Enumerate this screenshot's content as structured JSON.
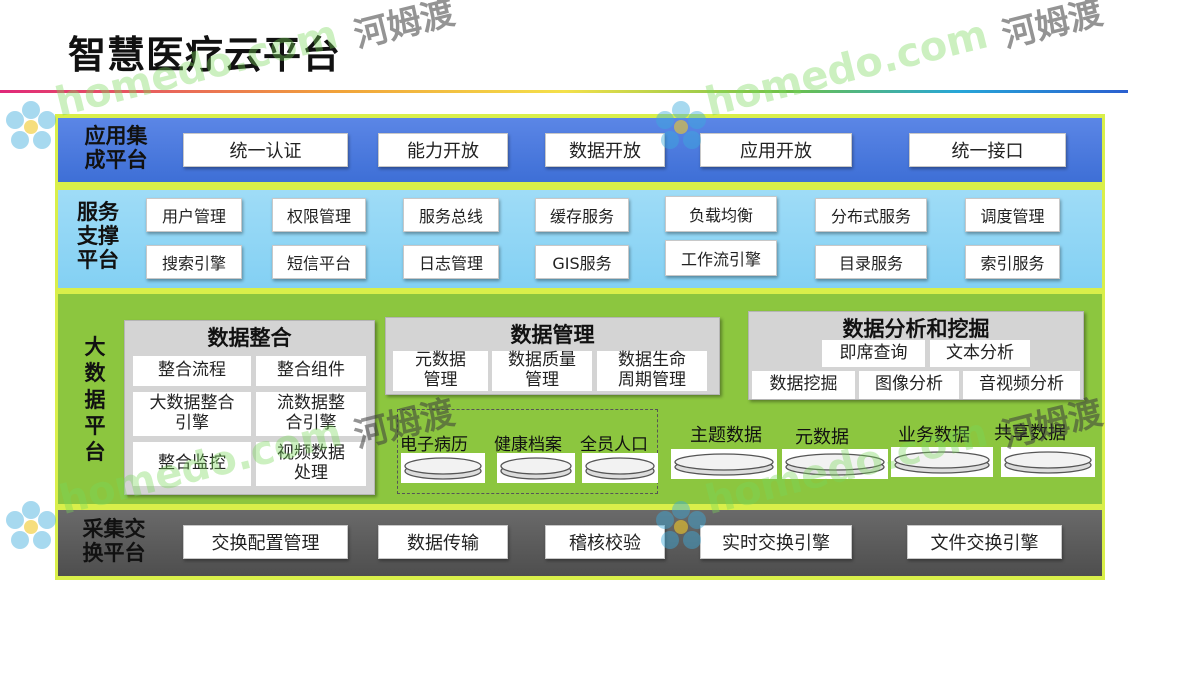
{
  "title": "智慧医疗云平台",
  "watermark": {
    "brand": "homedo.com",
    "cn": "河姆渡"
  },
  "colors": {
    "frame": "#d9ef4a",
    "app_band": "#4a78df",
    "service_band": "#8fd4f4",
    "bigdata_band": "#8cc63f",
    "collect_band": "#5a5a5a"
  },
  "app_layer": {
    "label": "应用集成平台",
    "label_lines": [
      "应用集",
      "成平台"
    ],
    "items": [
      "统一认证",
      "能力开放",
      "数据开放",
      "应用开放",
      "统一接口"
    ]
  },
  "service_layer": {
    "label_lines": [
      "服务",
      "支撑",
      "平台"
    ],
    "items_row1": [
      "用户管理",
      "权限管理",
      "服务总线",
      "缓存服务",
      "负载均衡",
      "分布式服务",
      "调度管理"
    ],
    "items_row2": [
      "搜索引擎",
      "短信平台",
      "日志管理",
      "GIS服务",
      "工作流引擎",
      "目录服务",
      "索引服务"
    ]
  },
  "bigdata_layer": {
    "label_lines": [
      "大",
      "数",
      "据",
      "平",
      "台"
    ],
    "integration": {
      "title": "数据整合",
      "cells": [
        [
          "整合流程"
        ],
        [
          "整合组件"
        ],
        [
          "大数据整合",
          "引擎"
        ],
        [
          "流数据整",
          "合引擎"
        ],
        [
          "整合监控"
        ],
        [
          "视频数据",
          "处理"
        ]
      ]
    },
    "management": {
      "title": "数据管理",
      "cells": [
        [
          "元数据",
          "管理"
        ],
        [
          "数据质量",
          "管理"
        ],
        [
          "数据生命",
          "周期管理"
        ]
      ]
    },
    "analysis": {
      "title": "数据分析和挖掘",
      "row1": [
        "即席查询",
        "文本分析"
      ],
      "row2": [
        "数据挖掘",
        "图像分析",
        "音视频分析"
      ]
    },
    "databases_grouped": [
      "电子病历",
      "健康档案",
      "全员人口"
    ],
    "databases": [
      "主题数据",
      "元数据",
      "业务数据",
      "共享数据"
    ]
  },
  "collect_layer": {
    "label_lines": [
      "采集交",
      "换平台"
    ],
    "items": [
      "交换配置管理",
      "数据传输",
      "稽核校验",
      "实时交换引擎",
      "文件交换引擎"
    ]
  }
}
